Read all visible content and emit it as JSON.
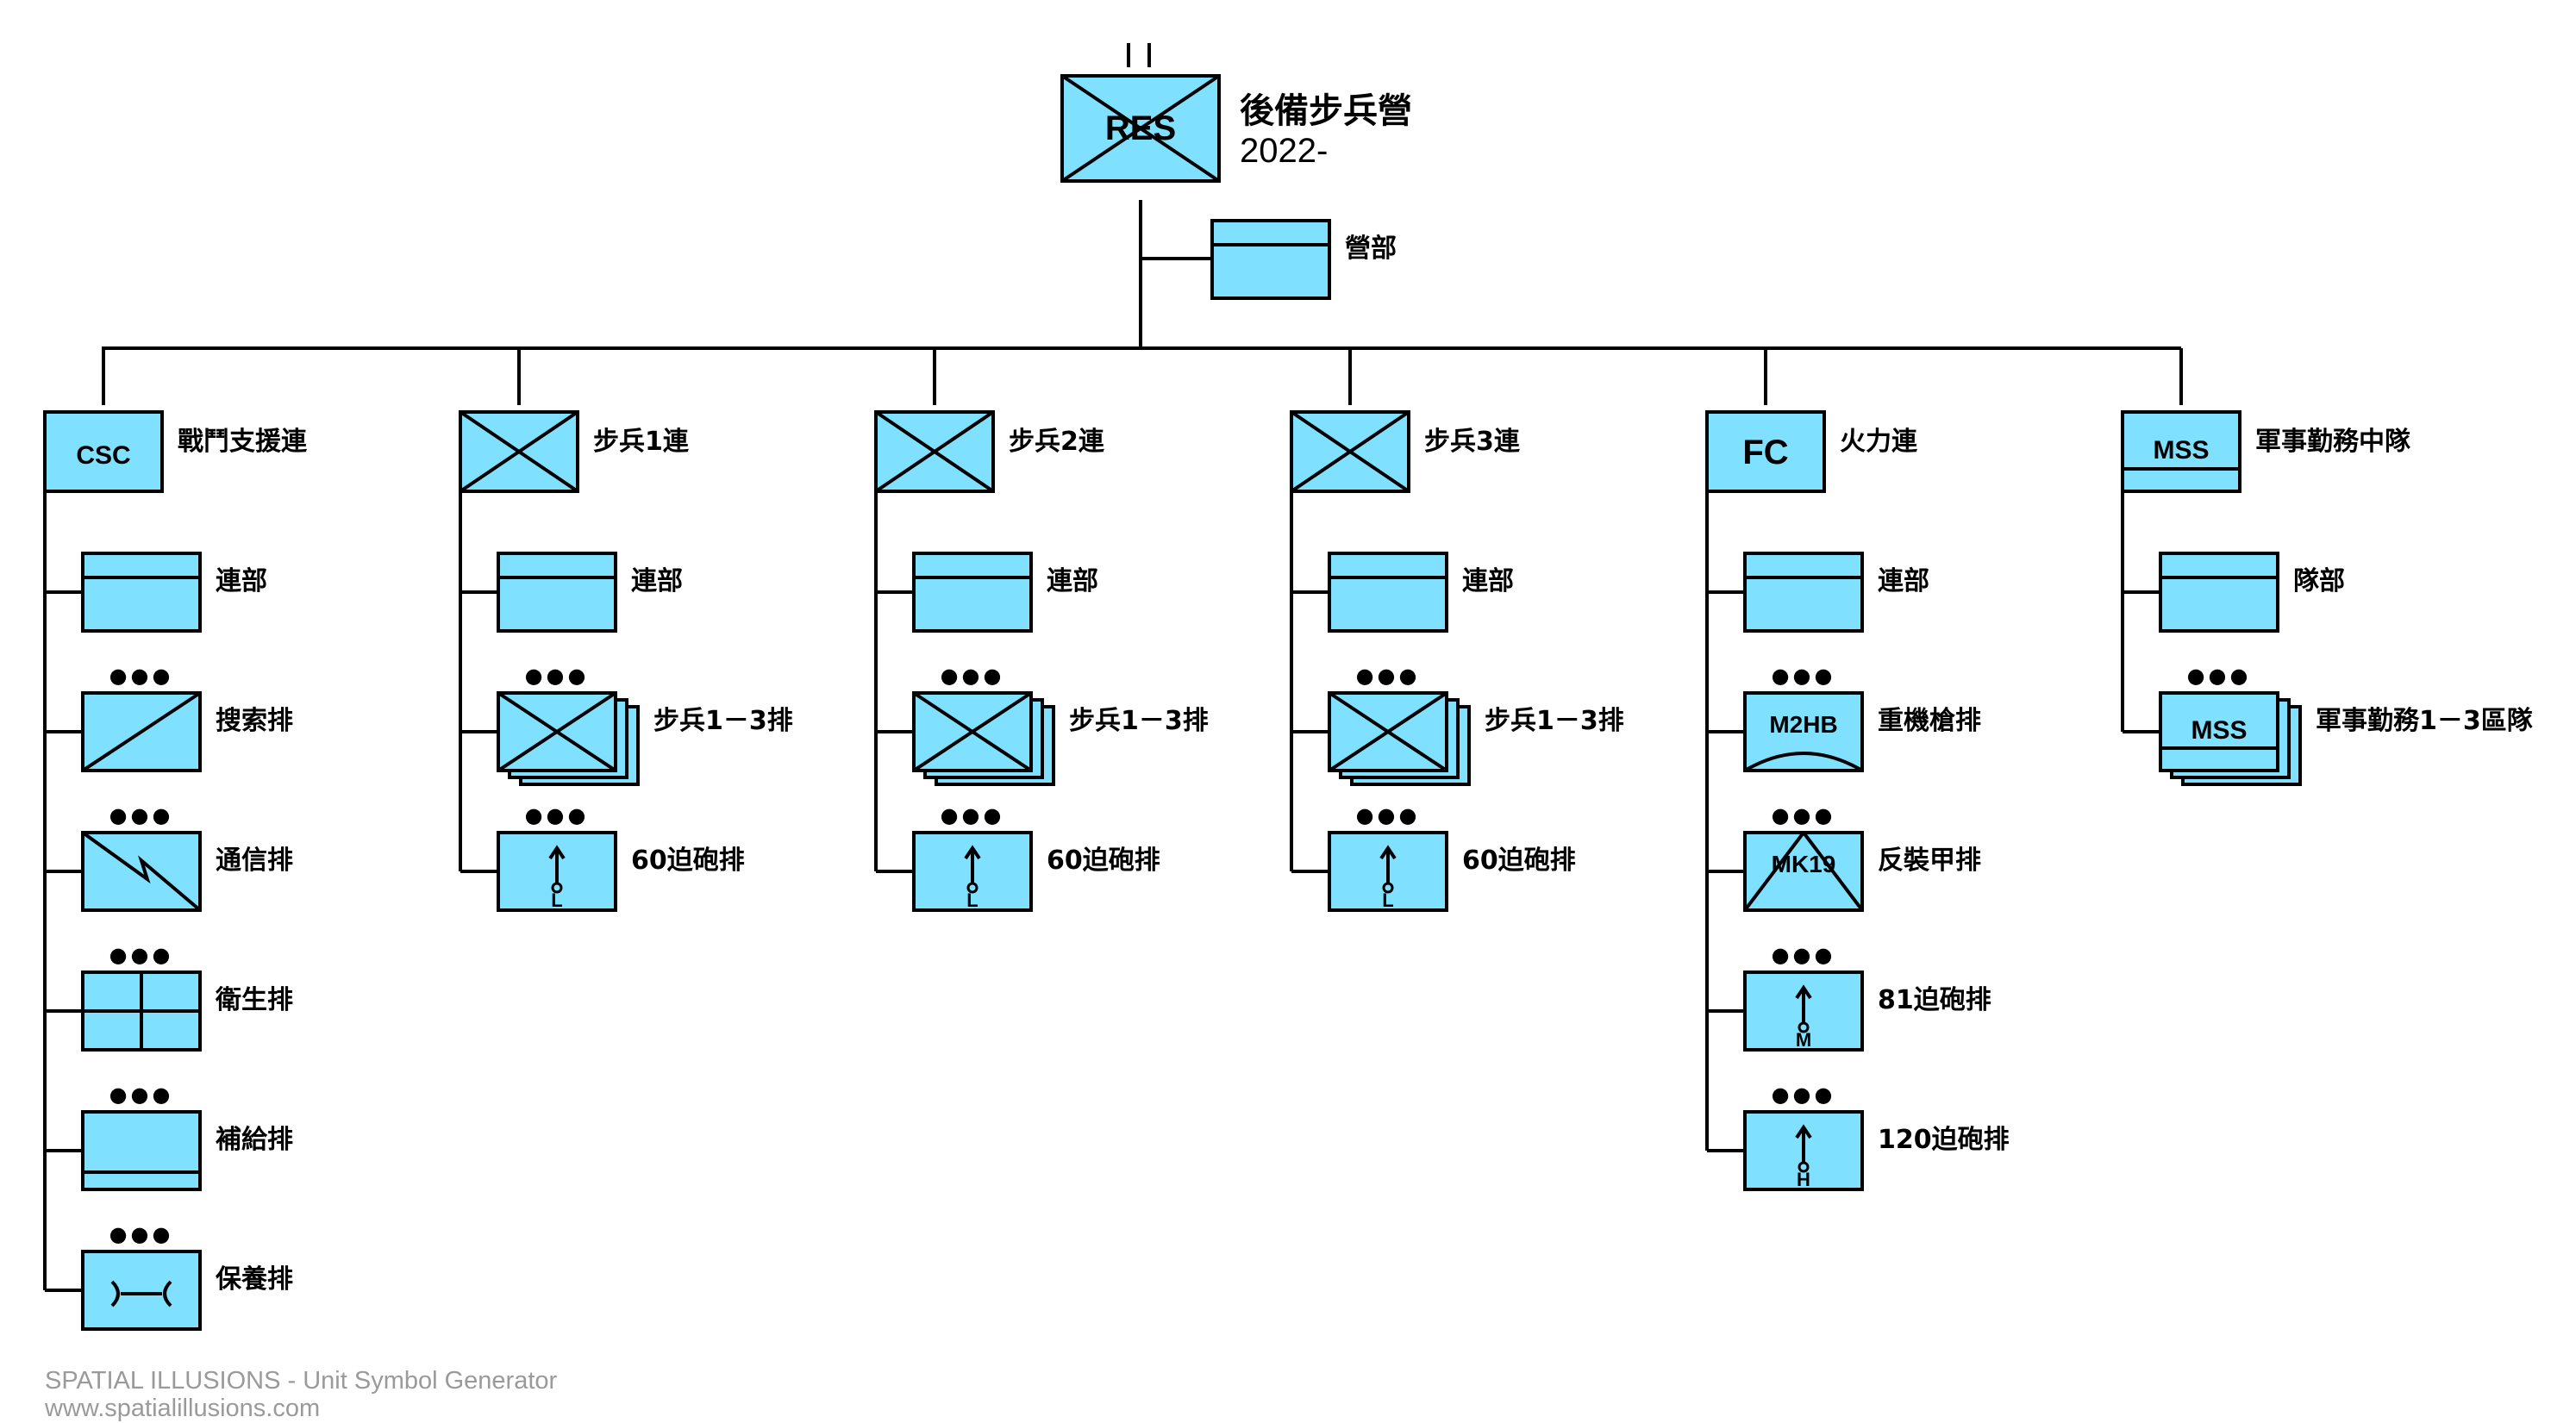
{
  "top_unit": {
    "name": "後備步兵營",
    "years": "2022-",
    "echelon_mark": "II",
    "symbol_text": "RES",
    "hq": {
      "label": "營部"
    }
  },
  "companies": [
    {
      "key": "csc",
      "name": "戰鬥支援連",
      "symbol": "plain",
      "symbol_text": "CSC",
      "children": [
        {
          "key": "hq",
          "label": "連部",
          "symbol": "hq",
          "echelon": ""
        },
        {
          "key": "recon",
          "label": "搜索排",
          "symbol": "recon",
          "echelon": "●●●"
        },
        {
          "key": "signal",
          "label": "通信排",
          "symbol": "signal",
          "echelon": "●●●"
        },
        {
          "key": "medical",
          "label": "衛生排",
          "symbol": "medical",
          "echelon": "●●●"
        },
        {
          "key": "supply",
          "label": "補給排",
          "symbol": "supply",
          "echelon": "●●●"
        },
        {
          "key": "maint",
          "label": "保養排",
          "symbol": "maint",
          "echelon": "●●●"
        }
      ]
    },
    {
      "key": "inf1",
      "name": "步兵1連",
      "symbol": "infantry",
      "symbol_text": "",
      "children": [
        {
          "key": "hq",
          "label": "連部",
          "symbol": "hq",
          "echelon": ""
        },
        {
          "key": "inf",
          "label": "步兵1－3排",
          "symbol": "infantry-stack",
          "echelon": "●●●"
        },
        {
          "key": "mortar",
          "label": "60迫砲排",
          "symbol": "mortar",
          "mortar_letter": "L",
          "echelon": "●●●"
        }
      ]
    },
    {
      "key": "inf2",
      "name": "步兵2連",
      "symbol": "infantry",
      "symbol_text": "",
      "children": [
        {
          "key": "hq",
          "label": "連部",
          "symbol": "hq",
          "echelon": ""
        },
        {
          "key": "inf",
          "label": "步兵1－3排",
          "symbol": "infantry-stack",
          "echelon": "●●●"
        },
        {
          "key": "mortar",
          "label": "60迫砲排",
          "symbol": "mortar",
          "mortar_letter": "L",
          "echelon": "●●●"
        }
      ]
    },
    {
      "key": "inf3",
      "name": "步兵3連",
      "symbol": "infantry",
      "symbol_text": "",
      "children": [
        {
          "key": "hq",
          "label": "連部",
          "symbol": "hq",
          "echelon": ""
        },
        {
          "key": "inf",
          "label": "步兵1－3排",
          "symbol": "infantry-stack",
          "echelon": "●●●"
        },
        {
          "key": "mortar",
          "label": "60迫砲排",
          "symbol": "mortar",
          "mortar_letter": "L",
          "echelon": "●●●"
        }
      ]
    },
    {
      "key": "fc",
      "name": "火力連",
      "symbol": "plain",
      "symbol_text": "FC",
      "children": [
        {
          "key": "hq",
          "label": "連部",
          "symbol": "hq",
          "echelon": ""
        },
        {
          "key": "hmg",
          "label": "重機槍排",
          "symbol": "hmg",
          "symbol_text": "M2HB",
          "echelon": "●●●"
        },
        {
          "key": "at",
          "label": "反裝甲排",
          "symbol": "antiarmor",
          "symbol_text": "MK19",
          "echelon": "●●●"
        },
        {
          "key": "m81",
          "label": "81迫砲排",
          "symbol": "mortar",
          "mortar_letter": "M",
          "echelon": "●●●"
        },
        {
          "key": "m120",
          "label": "120迫砲排",
          "symbol": "mortar",
          "mortar_letter": "H",
          "echelon": "●●●"
        }
      ]
    },
    {
      "key": "mss",
      "name": "軍事勤務中隊",
      "symbol": "mss",
      "symbol_text": "MSS",
      "children": [
        {
          "key": "hq",
          "label": "隊部",
          "symbol": "hq",
          "echelon": ""
        },
        {
          "key": "mss",
          "label": "軍事勤務1－3區隊",
          "symbol": "mss-stack",
          "symbol_text": "MSS",
          "echelon": "●●●"
        }
      ]
    }
  ],
  "footer": {
    "line1": "SPATIAL ILLUSIONS - Unit Symbol Generator",
    "line2": "www.spatialillusions.com"
  },
  "colors": {
    "symbol_fill": "#80e0ff",
    "line": "#000000",
    "footer_text": "#9a9a9a"
  }
}
